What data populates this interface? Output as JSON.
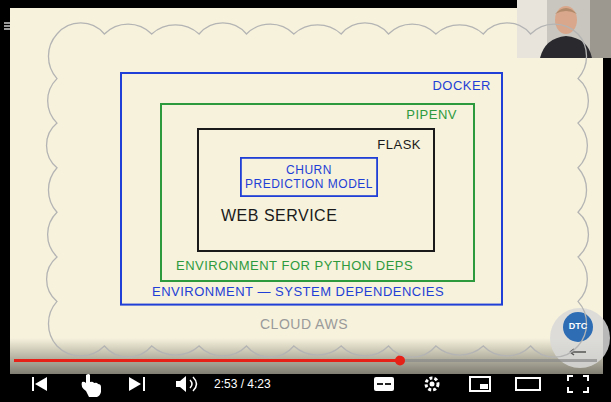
{
  "diagram": {
    "nodes": [
      {
        "text": [
          "CLOUD AWS"
        ]
      },
      {
        "text": [
          "DOCKER",
          "ENVIRONMENT — SYSTEM DEPENDENCIES"
        ],
        "in": 0
      },
      {
        "text": [
          "PIPENV",
          "ENVIRONMENT FOR PYTHON DEPS"
        ],
        "in": 1
      },
      {
        "text": [
          "FLASK",
          "WEB SERVICE"
        ],
        "in": 2
      },
      {
        "text": [
          "CHURN PREDICTION MODEL"
        ],
        "in": 3
      }
    ],
    "labels": [
      "2:53 / 4:23",
      "DTC"
    ]
  }
}
